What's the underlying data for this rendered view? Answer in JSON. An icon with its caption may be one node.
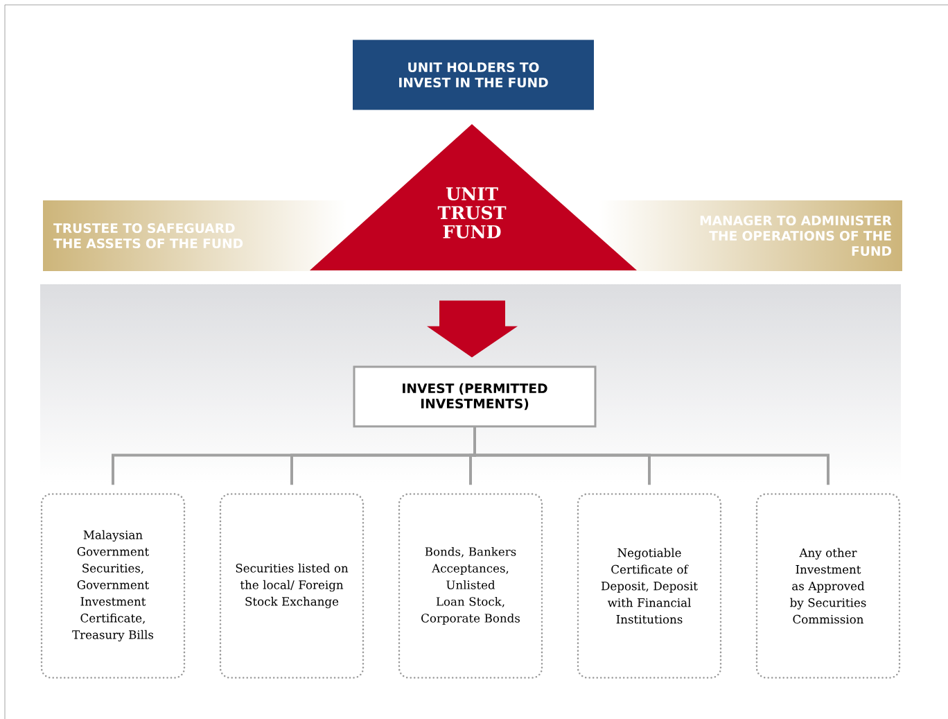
{
  "diagram": {
    "nodes": [
      {
        "text": [
          "UNIT HOLDERS TO INVEST IN THE FUND"
        ]
      },
      {
        "text": [
          "TRUSTEE TO SAFEGUARD THE ASSETS OF THE FUND"
        ]
      },
      {
        "text": [
          "UNIT TRUST FUND"
        ]
      },
      {
        "text": [
          "MANAGER TO ADMINISTER THE OPERATIONS OF THE FUND"
        ]
      },
      {
        "text": [
          "INVEST (PERMITTED INVESTMENTS)"
        ]
      },
      {
        "text": [
          "Malaysian Government Securities, Government Investment Certificate, Treasury Bills"
        ]
      },
      {
        "text": [
          "Securities listed on the local/ Foreign Stock Exchange"
        ]
      },
      {
        "text": [
          "Bonds, Bankers Acceptances, Unlisted Loan Stock, Corporate Bonds"
        ]
      },
      {
        "text": [
          "Negotiable Certificate of Deposit, Deposit with Financial Institutions"
        ]
      },
      {
        "text": [
          "Any other Investment as Approved by Securities Commission"
        ]
      }
    ],
    "edges": [
      {
        "from": 2,
        "to": 4,
        "arrow": "to",
        "style": "thick",
        "color": "#c1001f"
      },
      {
        "from": 4,
        "to": 5,
        "arrow": "none"
      },
      {
        "from": 4,
        "to": 6,
        "arrow": "none"
      },
      {
        "from": 4,
        "to": 7,
        "arrow": "none"
      },
      {
        "from": 4,
        "to": 8,
        "arrow": "none"
      },
      {
        "from": 4,
        "to": 9,
        "arrow": "none"
      }
    ]
  }
}
